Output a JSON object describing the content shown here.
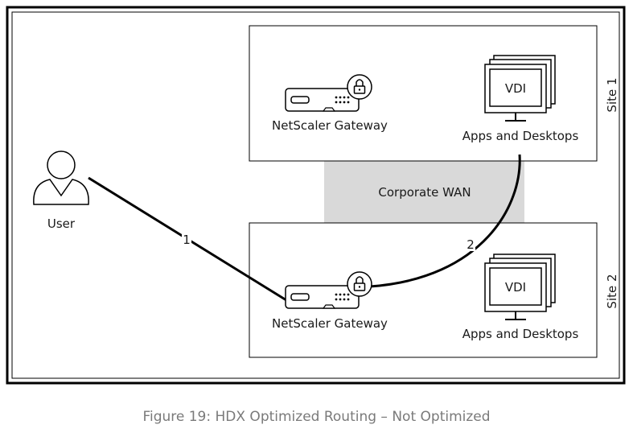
{
  "diagram": {
    "site1_label": "Site 1",
    "site2_label": "Site 2",
    "wan_label": "Corporate WAN",
    "user_label": "User",
    "gateway1_label": "NetScaler Gateway",
    "gateway2_label": "NetScaler Gateway",
    "apps1_label": "Apps and Desktops",
    "apps2_label": "Apps and Desktops",
    "vdi1_text": "VDI",
    "vdi2_text": "VDI",
    "path1_label": "1",
    "path2_label": "2"
  },
  "caption": "Figure 19: HDX Optimized Routing – Not Optimized",
  "colors": {
    "line": "#000000",
    "wan_band": "#d9d9d9",
    "caption_text": "#7a7a7a"
  },
  "icons": {
    "user": "person-icon",
    "gateway": "gateway-appliance-icon",
    "lock": "padlock-icon",
    "vdi": "monitor-stack-icon"
  }
}
